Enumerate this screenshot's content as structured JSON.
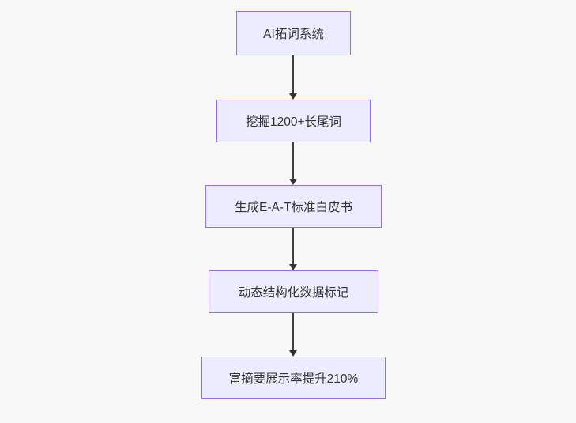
{
  "diagram": {
    "type": "flowchart",
    "direction": "top-down",
    "colors": {
      "background": "#f8f8f8",
      "node_fill": "#ececff",
      "node_border": "#9370db",
      "node_text": "#333333",
      "edge": "#333333"
    },
    "nodes": [
      {
        "id": "n1",
        "label": "AI拓词系统"
      },
      {
        "id": "n2",
        "label": "挖掘1200+长尾词"
      },
      {
        "id": "n3",
        "label": "生成E-A-T标准白皮书"
      },
      {
        "id": "n4",
        "label": "动态结构化数据标记"
      },
      {
        "id": "n5",
        "label": "富摘要展示率提升210%"
      }
    ],
    "edges": [
      {
        "from": "n1",
        "to": "n2",
        "arrow": "down"
      },
      {
        "from": "n2",
        "to": "n3",
        "arrow": "down"
      },
      {
        "from": "n3",
        "to": "n4",
        "arrow": "down"
      },
      {
        "from": "n4",
        "to": "n5",
        "arrow": "down"
      }
    ]
  }
}
